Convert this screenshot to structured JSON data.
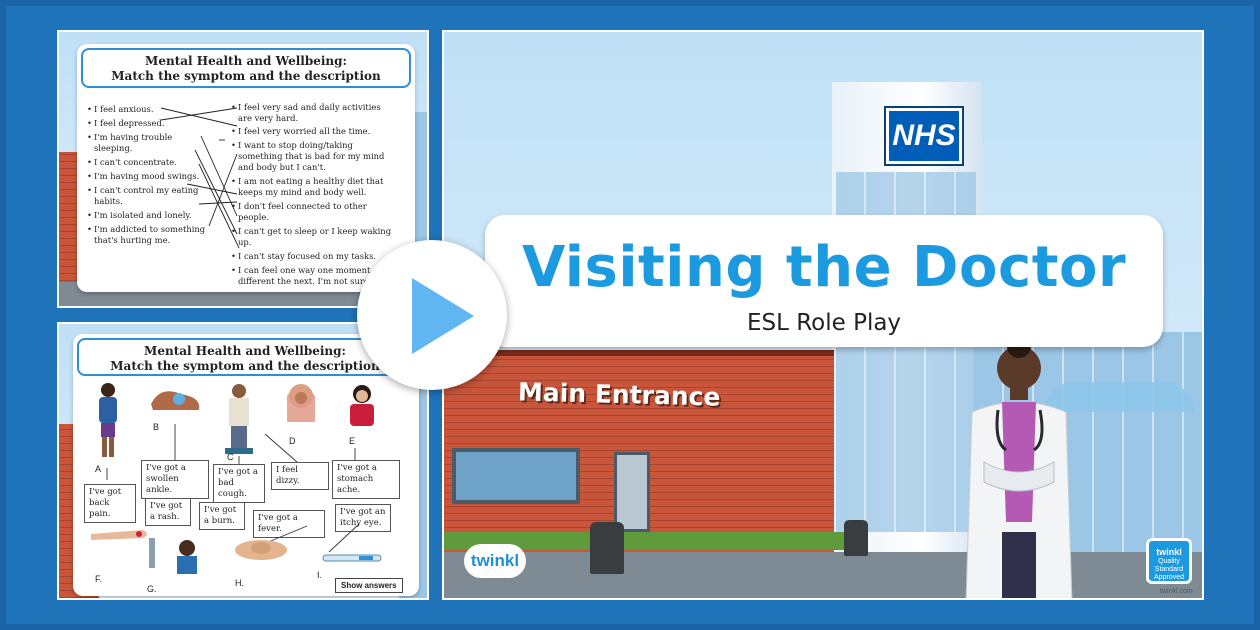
{
  "slide1": {
    "heading_line1": "Mental Health and Wellbeing:",
    "heading_line2": "Match the symptom and the description",
    "symptoms": [
      "I feel anxious.",
      "I feel depressed.",
      "I'm having trouble sleeping.",
      "I can't concentrate.",
      "I'm having mood swings.",
      "I can't control my eating habits.",
      "I'm isolated and lonely.",
      "I'm addicted to something that's hurting me."
    ],
    "descriptions": [
      "I feel very sad and daily activities are very hard.",
      "I feel very worried all the time.",
      "I want to stop doing/taking something that is bad for my mind and body but I can't.",
      "I am not eating a healthy diet that keeps my mind and body well.",
      "I don't feel connected to other people.",
      "I can't get to sleep or I keep waking up.",
      "I can't stay focused on my tasks.",
      "I can feel one way one moment, and different the next. I'm not sure why."
    ]
  },
  "slide2": {
    "heading_line1": "Mental Health and Wellbeing:",
    "heading_line2": "Match the symptom and the description",
    "letters": [
      "A",
      "B",
      "C",
      "D",
      "E",
      "F.",
      "G.",
      "H.",
      "I."
    ],
    "labels": {
      "back_pain": "I've got back pain.",
      "swollen_ankle": "I've got a swollen ankle.",
      "bad_cough": "I've got a bad cough.",
      "dizzy": "I feel dizzy.",
      "stomach_ache": "I've got a stomach ache.",
      "rash": "I've got a rash.",
      "burn": "I've got a burn.",
      "fever": "I've got a fever.",
      "itchy_eye": "I've got an itchy eye."
    },
    "show_answers": "Show answers"
  },
  "main": {
    "title": "Visiting the Doctor",
    "subtitle": "ESL Role Play",
    "sign_nhs": "NHS",
    "sign_entrance": "Main Entrance",
    "logo": "twinkl",
    "badge_top": "twinkl",
    "badge_bottom": "Quality Standard Approved",
    "watermark": "twinkl.com"
  },
  "colors": {
    "frame": "#1f73b8",
    "title_blue": "#1c9ae0",
    "play_triangle": "#5fb6f0",
    "nhs_blue": "#005eb8"
  },
  "icons": [
    "play-icon",
    "nhs-sign",
    "twinkl-logo",
    "quality-badge"
  ]
}
